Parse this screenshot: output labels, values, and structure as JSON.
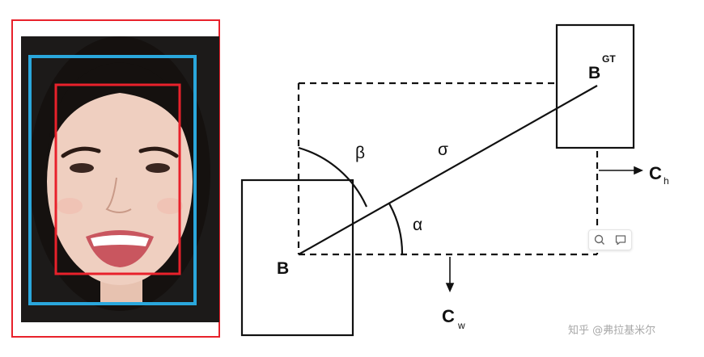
{
  "labels": {
    "predicted_box": "B",
    "ground_truth_box": "B",
    "ground_truth_sup": "GT",
    "beta": "β",
    "sigma": "σ",
    "alpha": "α",
    "ch_main": "C",
    "ch_sub": "h",
    "cw_main": "C",
    "cw_sub": "w"
  },
  "colors": {
    "outer_red": "#e8212b",
    "inner_red": "#e8212b",
    "blue_box": "#2aa7dc",
    "line": "#111111"
  },
  "icons": [
    "search-icon",
    "comment-icon"
  ],
  "watermark": "知乎 @弗拉基米尔"
}
